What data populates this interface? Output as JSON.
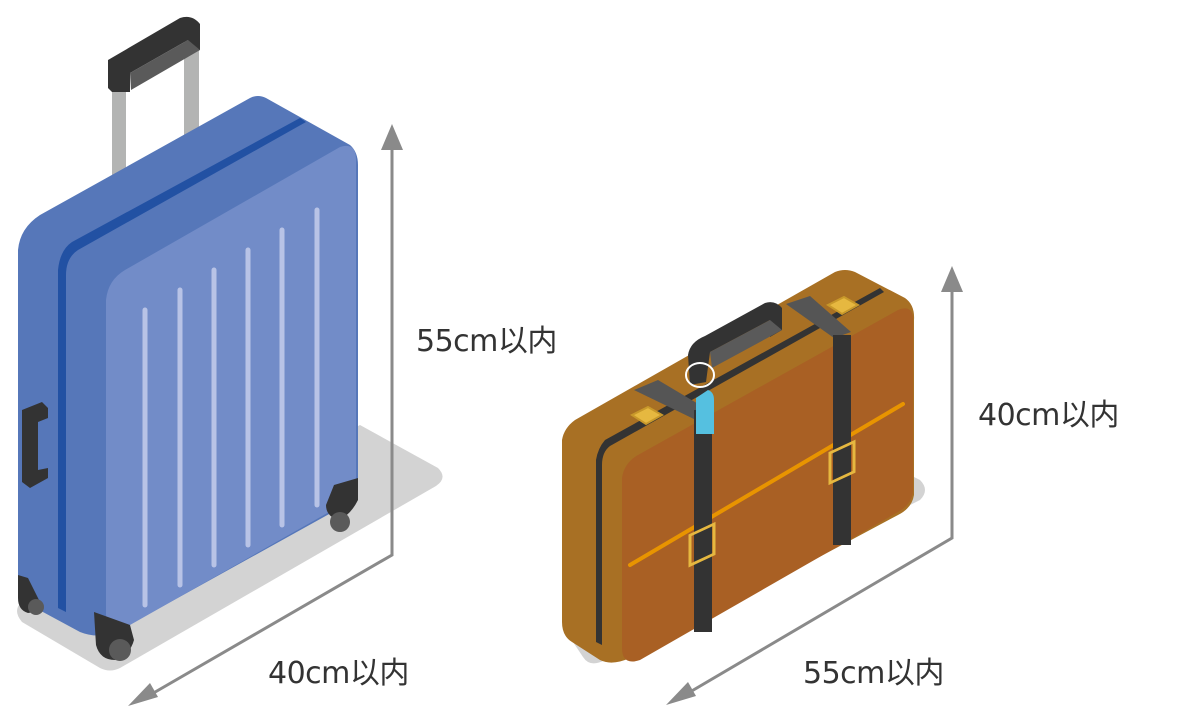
{
  "title": "Carry-on luggage size limits",
  "colors": {
    "arrow": "#8a8a8a",
    "text": "#333333",
    "shadow": "#d3d3d3",
    "suitcase_side": "#5677b9",
    "suitcase_front": "#728cc8",
    "suitcase_stripe": "#2251a3",
    "suitcase_ribs": "#b8c3e6",
    "handle_dark": "#333333",
    "handle_mid": "#5a5a5a",
    "handle_rod": "#b3b4b3",
    "brief_side": "#a87024",
    "brief_front": "#a96024",
    "brief_strap": "#333333",
    "brief_strap_top": "#555555",
    "brief_buckle": "#e6b840",
    "brief_line": "#e89400",
    "tag": "#55c0e0"
  },
  "items": [
    {
      "name": "Hard-shell suitcase",
      "height_label": "55cm以内",
      "width_label": "40cm以内"
    },
    {
      "name": "Briefcase",
      "height_label": "40cm以内",
      "width_label": "55cm以内"
    }
  ]
}
